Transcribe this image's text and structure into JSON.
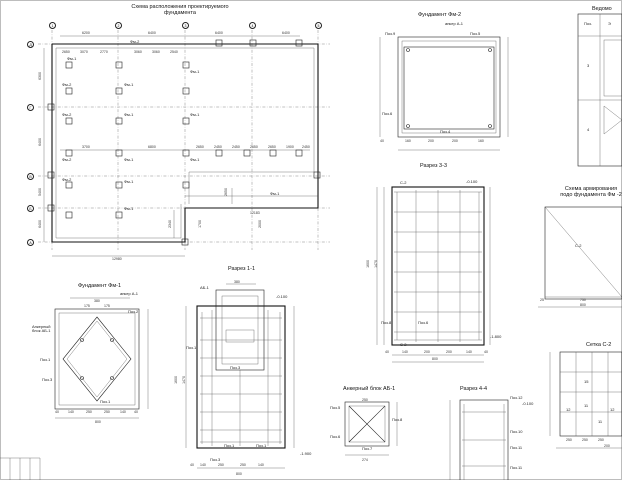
{
  "plan": {
    "title": "Схема расположения проектируемого фундамента",
    "axes_top": [
      "1",
      "2",
      "3",
      "4",
      "5"
    ],
    "axes_left": [
      "Д",
      "Г",
      "В",
      "Б",
      "А"
    ],
    "top_dims": [
      "6200",
      "6400",
      "6400",
      "6400"
    ],
    "top_dims2": [
      "2650",
      "3070",
      "2770",
      "3060",
      "3060",
      "2540"
    ],
    "left_dims": [
      "6300",
      "6400",
      "5400",
      "6400"
    ],
    "bottom_dim": "12980",
    "labels": [
      "Фм-1",
      "Фм-2",
      "Фм-1",
      "Фм-2",
      "Фм-1",
      "Фм-1",
      "Фм-1",
      "Фм-1",
      "Фм-2",
      "Фм-1",
      "Фм-2",
      "Фм-1",
      "Фм-1",
      "Фм-1",
      "Фм-2"
    ],
    "mid_dims": [
      "3700",
      "6800",
      "2650",
      "2450",
      "2450",
      "2650",
      "2650",
      "1900",
      "2450"
    ],
    "misc_dims": [
      "12183",
      "2000",
      "2650",
      "2340",
      "1700"
    ]
  },
  "fm2": {
    "title": "Фундамент Фм-2",
    "marks": [
      "Поз.9",
      "Поз.5",
      "Поз.6",
      "Поз.4",
      "анкер А-1"
    ],
    "dims": [
      "160",
      "200",
      "200",
      "160"
    ],
    "total": "40"
  },
  "section33": {
    "title": "Разрез 3-3",
    "marks": [
      "С-2",
      "-0.100",
      "Поз.8",
      "Поз.6",
      "-1.800",
      "С-2"
    ],
    "dims": [
      "40",
      "140",
      "200",
      "200",
      "140",
      "40"
    ],
    "total": "800",
    "side_dims": [
      "1600",
      "1470"
    ]
  },
  "fm1": {
    "title": "Фундамент Фм-1",
    "marks": [
      "анкер А-1",
      "Поз.2",
      "Анкерный блок АБ-1",
      "Поз.1",
      "Поз.3",
      "Поз.1"
    ],
    "dims": [
      "40",
      "140",
      "250",
      "250",
      "140",
      "40"
    ],
    "top_dims": [
      "380",
      "175",
      "175"
    ],
    "total": "800"
  },
  "section11": {
    "title": "Разрез 1-1",
    "marks": [
      "АБ-1",
      "-0.100",
      "Поз.1",
      "Поз.3",
      "Поз.1",
      "Поз.1",
      "Поз.3",
      "-1.900"
    ],
    "dims": [
      "140",
      "250",
      "250",
      "140",
      "380",
      "40"
    ],
    "total": "800",
    "side_dims": [
      "1600",
      "1470"
    ]
  },
  "ab1": {
    "title": "Анкерный блок АБ-1",
    "marks": [
      "Поз.5",
      "Поз.6",
      "Поз.8",
      "Поз.7"
    ],
    "dims": [
      "250",
      "274"
    ]
  },
  "section44": {
    "title": "Разрез 4-4",
    "marks": [
      "Поз.12",
      "Поз.10",
      "Поз.11",
      "-0.100",
      "Поз.11"
    ]
  },
  "schedule": {
    "title": "Ведомо",
    "headers": [
      "Поз.",
      "Э"
    ],
    "rows": [
      "3",
      "4"
    ]
  },
  "scheme": {
    "title": "Схема армирования подо фундамента Фм -2",
    "marks": [
      "С-2"
    ],
    "dims": [
      "25",
      "750",
      "800"
    ]
  },
  "mesh": {
    "title": "Сетка С-2",
    "marks": [
      "15",
      "11",
      "12",
      "11",
      "12"
    ],
    "dims": [
      "250",
      "250",
      "250",
      "200"
    ]
  }
}
